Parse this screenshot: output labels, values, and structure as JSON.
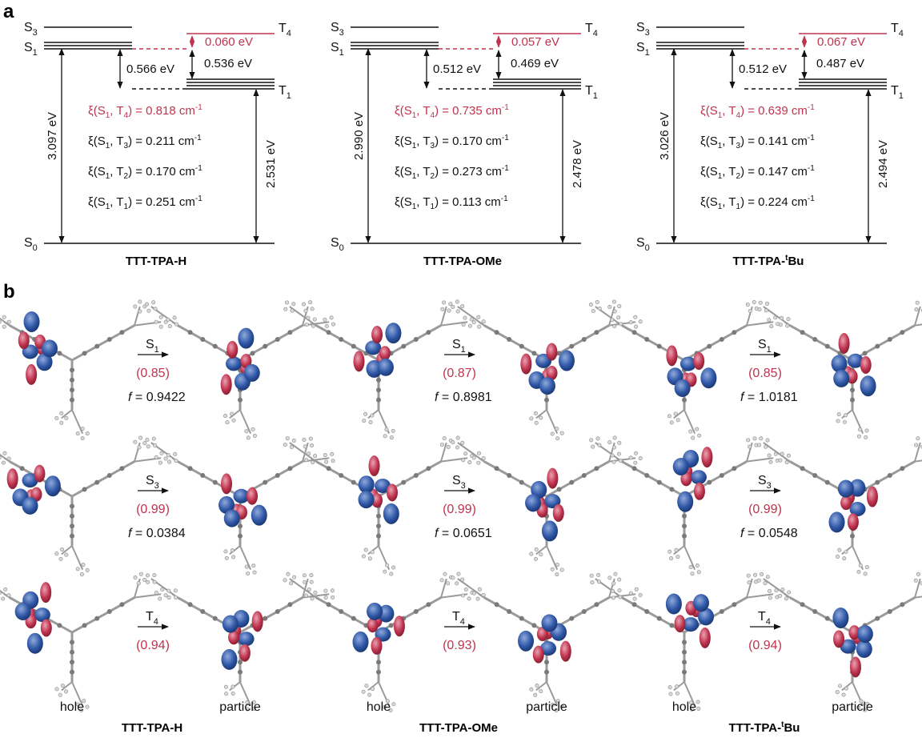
{
  "panel_a_letter": "a",
  "panel_b_letter": "b",
  "colors": {
    "red": "#c0334d",
    "blue": "#2f57a6",
    "black": "#111111",
    "grey": "#8a8a8a"
  },
  "panels": [
    {
      "name": "TTT-TPA-H",
      "name_main": "TTT-TPA-H",
      "name_sup": "",
      "name_tail": "",
      "e_s1_s0": "3.097 eV",
      "e_t1_s0": "2.531 eV",
      "e_s1_t1": "0.566 eV",
      "e_t4_t1": "0.536 eV",
      "e_s1_t4": "0.060 eV",
      "soc": [
        {
          "t": "4",
          "val": "0.818",
          "unit": "cm",
          "exp": "-1"
        },
        {
          "t": "3",
          "val": "0.211",
          "unit": "cm",
          "exp": "-1"
        },
        {
          "t": "2",
          "val": "0.170",
          "unit": "cm",
          "exp": "-1"
        },
        {
          "t": "1",
          "val": "0.251",
          "unit": "cm",
          "exp": "-1"
        }
      ],
      "transitions": [
        {
          "state": "S",
          "sub": "1",
          "weight": "(0.85)",
          "f_label": "f",
          "f_value": "= 0.9422"
        },
        {
          "state": "S",
          "sub": "3",
          "weight": "(0.99)",
          "f_label": "f",
          "f_value": "= 0.0384"
        },
        {
          "state": "T",
          "sub": "4",
          "weight": "(0.94)",
          "f_label": "",
          "f_value": ""
        }
      ]
    },
    {
      "name": "TTT-TPA-OMe",
      "name_main": "TTT-TPA-OMe",
      "name_sup": "",
      "name_tail": "",
      "e_s1_s0": "2.990 eV",
      "e_t1_s0": "2.478 eV",
      "e_s1_t1": "0.512 eV",
      "e_t4_t1": "0.469 eV",
      "e_s1_t4": "0.057 eV",
      "soc": [
        {
          "t": "4",
          "val": "0.735",
          "unit": "cm",
          "exp": "-1"
        },
        {
          "t": "3",
          "val": "0.170",
          "unit": "cm",
          "exp": "-1"
        },
        {
          "t": "2",
          "val": "0.273",
          "unit": "cm",
          "exp": "-1"
        },
        {
          "t": "1",
          "val": "0.113",
          "unit": "cm",
          "exp": "-1"
        }
      ],
      "transitions": [
        {
          "state": "S",
          "sub": "1",
          "weight": "(0.87)",
          "f_label": "f",
          "f_value": "= 0.8981"
        },
        {
          "state": "S",
          "sub": "3",
          "weight": "(0.99)",
          "f_label": "f",
          "f_value": "= 0.0651"
        },
        {
          "state": "T",
          "sub": "4",
          "weight": "(0.93)",
          "f_label": "",
          "f_value": ""
        }
      ]
    },
    {
      "name": "TTT-TPA-tBu",
      "name_main": "TTT-TPA-",
      "name_sup": "t",
      "name_tail": "Bu",
      "e_s1_s0": "3.026 eV",
      "e_t1_s0": "2.494 eV",
      "e_s1_t1": "0.512 eV",
      "e_t4_t1": "0.487 eV",
      "e_s1_t4": "0.067 eV",
      "soc": [
        {
          "t": "4",
          "val": "0.639",
          "unit": "cm",
          "exp": "-1"
        },
        {
          "t": "3",
          "val": "0.141",
          "unit": "cm",
          "exp": "-1"
        },
        {
          "t": "2",
          "val": "0.147",
          "unit": "cm",
          "exp": "-1"
        },
        {
          "t": "1",
          "val": "0.224",
          "unit": "cm",
          "exp": "-1"
        }
      ],
      "transitions": [
        {
          "state": "S",
          "sub": "1",
          "weight": "(0.85)",
          "f_label": "f",
          "f_value": "= 1.0181"
        },
        {
          "state": "S",
          "sub": "3",
          "weight": "(0.99)",
          "f_label": "f",
          "f_value": "= 0.0548"
        },
        {
          "state": "T",
          "sub": "4",
          "weight": "(0.94)",
          "f_label": "",
          "f_value": ""
        }
      ]
    }
  ],
  "level_labels": {
    "s3": "S",
    "s3_sub": "3",
    "s1": "S",
    "s1_sub": "1",
    "s0": "S",
    "s0_sub": "0",
    "t4": "T",
    "t4_sub": "4",
    "t1": "T",
    "t1_sub": "1"
  },
  "xi": "ξ",
  "hole_label": "hole",
  "particle_label": "particle"
}
